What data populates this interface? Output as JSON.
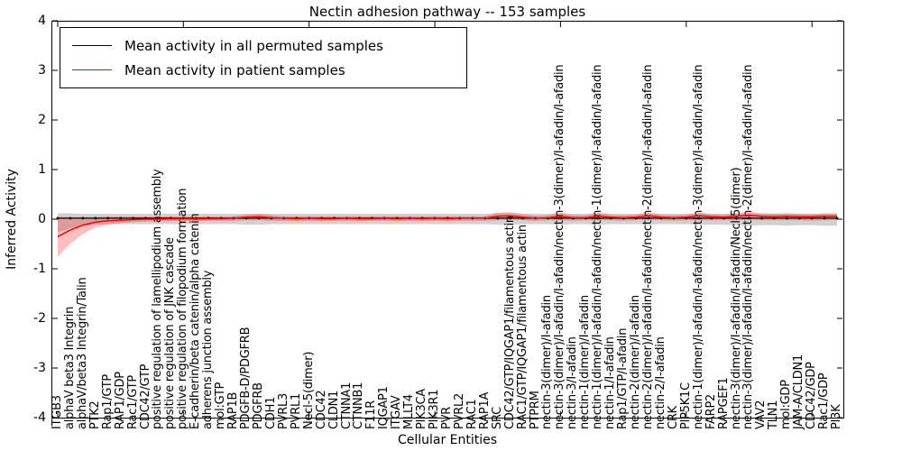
{
  "title": "Nectin adhesion pathway -- 153 samples",
  "legend": {
    "entries": [
      {
        "label": "Mean activity in all permuted samples",
        "color": "#000000"
      },
      {
        "label": "Mean activity in patient samples",
        "color": "#ff0000"
      }
    ]
  },
  "axes": {
    "ylabel": "Inferred Activity",
    "xlabel": "Cellular Entities",
    "yticks": [
      "4",
      "3",
      "2",
      "1",
      "0",
      "-1",
      "-2",
      "-3",
      "-4"
    ]
  },
  "chart_data": {
    "type": "line",
    "title": "Nectin adhesion pathway -- 153 samples",
    "xlabel": "Cellular Entities",
    "ylabel": "Inferred Activity",
    "ylim": [
      -4,
      4
    ],
    "grid": false,
    "legend_position": "upper left",
    "tick_direction": "in",
    "xtick_interval": 10,
    "categories": [
      "ITGB3",
      "alphaV beta3 Integrin",
      "alphaV/beta3 Integrin/Talin",
      "PTK2",
      "Rap1/GTP",
      "RAP1/GDP",
      "Rac1/GTP",
      "CDC42/GTP",
      "positive regulation of lamellipodium assembly",
      "positive regulation of JNK cascade",
      "positive regulation of filopodium formation",
      "E-cadherin/beta catenin/alpha catenin",
      "adherens junction assembly",
      "mol:GTP",
      "RAP1B",
      "PDGFB-D/PDGFRB",
      "PDGFRB",
      "CDH1",
      "PVRL3",
      "PVRL1",
      "Necl-5(dimer)",
      "CDC42",
      "CLDN1",
      "CTNNA1",
      "CTNNB1",
      "F11R",
      "IQGAP1",
      "ITGAV",
      "MLLT4",
      "PIK3CA",
      "PIK3R1",
      "PVR",
      "PVRL2",
      "RAC1",
      "RAP1A",
      "SRC",
      "CDC42/GTP/IQGAP1/filamentous actin",
      "RAC1/GTP/IQGAP1/filamentous actin",
      "PTPRM",
      "nectin-3(dimer)/I-afadin",
      "nectin-3(dimer)/I-afadin/I-afadin/nectin-3(dimer)/I-afadin/I-afadin",
      "nectin-3/I-afadin",
      "nectin-1(dimer)/I-afadin",
      "nectin-1(dimer)/I-afadin/I-afadin/nectin-1(dimer)/I-afadin/I-afadin",
      "nectin-1/I-afadin",
      "Rap1/GTP/I-afadin",
      "nectin-2(dimer)/I-afadin",
      "nectin-2(dimer)/I-afadin/I-afadin/nectin-2(dimer)/I-afadin/I-afadin",
      "nectin-2/I-afadin",
      "CRK",
      "PIP5K1C",
      "nectin-1(dimer)/I-afadin/I-afadin/nectin-3(dimer)/I-afadin/I-afadin",
      "FARP2",
      "RAPGEF1",
      "nectin-3(dimer)/I-afadin/I-afadin/Necl-5(dimer)",
      "nectin-3(dimer)/I-afadin/I-afadin/nectin-2(dimer)/I-afadin/I-afadin",
      "VAV2",
      "TLN1",
      "mol:GDP",
      "JAM-A/CLDN1",
      "CDC42/GDP",
      "Rac1/GDP",
      "PI3K"
    ],
    "series": [
      {
        "name": "Mean activity in all permuted samples",
        "color": "#000000",
        "marker": "dot",
        "band_color": "rgba(0,0,0,0.18)",
        "values": [
          0.02,
          0.02,
          0.02,
          0.02,
          0.02,
          0.02,
          0.02,
          0.02,
          0.02,
          0.02,
          0.02,
          0.02,
          0.02,
          0.02,
          0.02,
          0.02,
          0.02,
          0.02,
          0.02,
          0.02,
          0.02,
          0.02,
          0.02,
          0.02,
          0.02,
          0.02,
          0.02,
          0.02,
          0.02,
          0.02,
          0.02,
          0.02,
          0.02,
          0.02,
          0.02,
          0.02,
          0.02,
          0.02,
          0.02,
          0.02,
          0.02,
          0.02,
          0.02,
          0.02,
          0.02,
          0.02,
          0.02,
          0.02,
          0.02,
          0.02,
          0.02,
          0.02,
          0.02,
          0.02,
          0.02,
          0.02,
          0.02,
          0.02,
          0.02,
          0.02,
          0.02,
          0.02,
          0.02
        ],
        "band_low": [
          -0.27,
          -0.18,
          -0.13,
          -0.11,
          -0.1,
          -0.1,
          -0.1,
          -0.1,
          -0.1,
          -0.1,
          -0.1,
          -0.1,
          -0.1,
          -0.1,
          -0.1,
          -0.11,
          -0.11,
          -0.1,
          -0.1,
          -0.1,
          -0.1,
          -0.1,
          -0.1,
          -0.1,
          -0.1,
          -0.1,
          -0.1,
          -0.1,
          -0.1,
          -0.1,
          -0.1,
          -0.1,
          -0.1,
          -0.1,
          -0.1,
          -0.11,
          -0.11,
          -0.1,
          -0.1,
          -0.1,
          -0.11,
          -0.1,
          -0.1,
          -0.11,
          -0.1,
          -0.1,
          -0.1,
          -0.11,
          -0.1,
          -0.1,
          -0.1,
          -0.11,
          -0.11,
          -0.11,
          -0.12,
          -0.13,
          -0.12,
          -0.12,
          -0.13,
          -0.12,
          -0.12,
          -0.13,
          -0.13
        ],
        "band_high": [
          0.12,
          0.12,
          0.11,
          0.11,
          0.11,
          0.11,
          0.11,
          0.11,
          0.11,
          0.11,
          0.11,
          0.11,
          0.11,
          0.11,
          0.11,
          0.11,
          0.11,
          0.11,
          0.11,
          0.11,
          0.11,
          0.11,
          0.11,
          0.11,
          0.11,
          0.11,
          0.11,
          0.11,
          0.11,
          0.11,
          0.11,
          0.11,
          0.11,
          0.11,
          0.11,
          0.12,
          0.12,
          0.11,
          0.11,
          0.11,
          0.12,
          0.11,
          0.11,
          0.12,
          0.11,
          0.11,
          0.11,
          0.12,
          0.11,
          0.11,
          0.11,
          0.12,
          0.11,
          0.11,
          0.11,
          0.12,
          0.11,
          0.11,
          0.11,
          0.11,
          0.11,
          0.11,
          0.11
        ]
      },
      {
        "name": "Mean activity in patient samples",
        "color": "#ff0000",
        "marker": "none",
        "band_color": "rgba(255,0,0,0.25)",
        "values": [
          -0.35,
          -0.22,
          -0.12,
          -0.06,
          -0.03,
          -0.02,
          -0.01,
          0.0,
          0.0,
          0.01,
          0.01,
          0.01,
          0.01,
          0.01,
          0.02,
          0.04,
          0.05,
          0.03,
          0.02,
          0.01,
          0.02,
          0.01,
          0.01,
          0.02,
          0.01,
          0.01,
          0.02,
          0.01,
          0.02,
          0.01,
          0.02,
          0.01,
          0.02,
          0.02,
          0.02,
          0.06,
          0.07,
          0.04,
          0.02,
          0.03,
          0.06,
          0.03,
          0.03,
          0.06,
          0.04,
          0.03,
          0.04,
          0.07,
          0.04,
          0.03,
          0.04,
          0.07,
          0.05,
          0.04,
          0.06,
          0.08,
          0.06,
          0.05,
          0.06,
          0.05,
          0.05,
          0.06,
          0.06
        ],
        "band_low": [
          -0.76,
          -0.5,
          -0.3,
          -0.17,
          -0.11,
          -0.08,
          -0.06,
          -0.05,
          -0.04,
          -0.04,
          -0.03,
          -0.04,
          -0.03,
          -0.03,
          -0.03,
          -0.02,
          -0.02,
          -0.03,
          -0.03,
          -0.04,
          -0.03,
          -0.04,
          -0.03,
          -0.03,
          -0.04,
          -0.03,
          -0.03,
          -0.04,
          -0.03,
          -0.04,
          -0.03,
          -0.04,
          -0.03,
          -0.03,
          -0.03,
          -0.02,
          -0.01,
          -0.02,
          -0.03,
          -0.02,
          -0.02,
          -0.03,
          -0.02,
          -0.02,
          -0.02,
          -0.03,
          -0.02,
          -0.01,
          -0.02,
          -0.03,
          -0.02,
          -0.02,
          -0.02,
          -0.02,
          -0.02,
          -0.01,
          -0.02,
          -0.02,
          -0.02,
          -0.02,
          -0.03,
          -0.02,
          -0.02
        ],
        "band_high": [
          0.05,
          0.04,
          0.04,
          0.04,
          0.05,
          0.05,
          0.05,
          0.05,
          0.05,
          0.06,
          0.05,
          0.05,
          0.06,
          0.05,
          0.06,
          0.09,
          0.11,
          0.08,
          0.06,
          0.06,
          0.06,
          0.06,
          0.06,
          0.06,
          0.06,
          0.06,
          0.06,
          0.06,
          0.06,
          0.06,
          0.06,
          0.06,
          0.06,
          0.06,
          0.06,
          0.13,
          0.14,
          0.1,
          0.07,
          0.08,
          0.13,
          0.08,
          0.08,
          0.13,
          0.09,
          0.08,
          0.09,
          0.14,
          0.09,
          0.08,
          0.09,
          0.14,
          0.1,
          0.09,
          0.12,
          0.15,
          0.12,
          0.11,
          0.12,
          0.11,
          0.1,
          0.12,
          0.12
        ]
      }
    ]
  }
}
